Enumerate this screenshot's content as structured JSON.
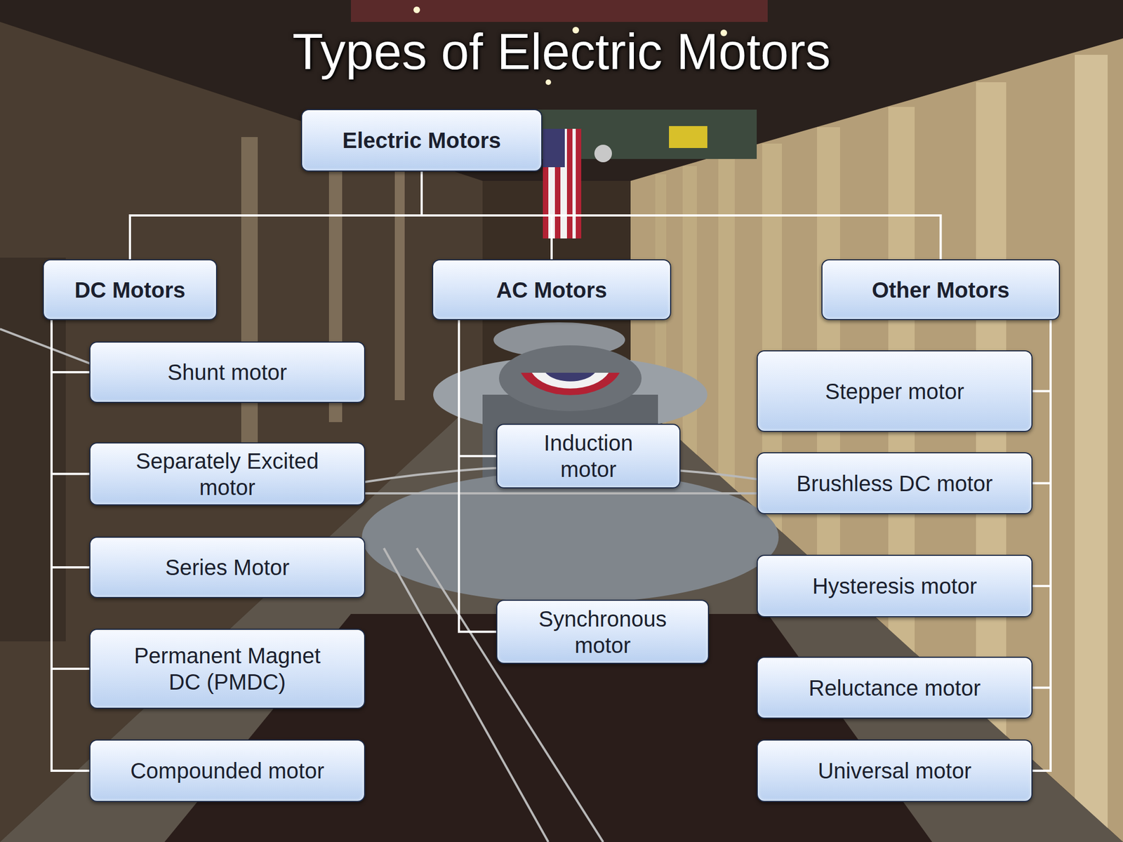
{
  "diagram": {
    "title": "Types of Electric Motors",
    "nodes": [
      {
        "text": [
          "Electric Motors"
        ]
      },
      {
        "text": [
          "DC Motors"
        ]
      },
      {
        "text": [
          "AC Motors"
        ]
      },
      {
        "text": [
          "Other Motors"
        ]
      },
      {
        "text": [
          "Shunt motor"
        ]
      },
      {
        "text": [
          "Separately Excited motor"
        ]
      },
      {
        "text": [
          "Series Motor"
        ]
      },
      {
        "text": [
          "Permanent Magnet DC (PMDC)"
        ]
      },
      {
        "text": [
          "Compounded motor"
        ]
      },
      {
        "text": [
          "Induction motor"
        ]
      },
      {
        "text": [
          "Synchronous motor"
        ]
      },
      {
        "text": [
          "Stepper motor"
        ]
      },
      {
        "text": [
          "Brushless DC motor"
        ]
      },
      {
        "text": [
          "Hysteresis motor"
        ]
      },
      {
        "text": [
          "Reluctance motor"
        ]
      },
      {
        "text": [
          "Universal motor"
        ]
      }
    ],
    "edges": [
      {
        "from": 0,
        "to": 1,
        "arrow": "none"
      },
      {
        "from": 0,
        "to": 2,
        "arrow": "none"
      },
      {
        "from": 0,
        "to": 3,
        "arrow": "none"
      },
      {
        "from": 1,
        "to": 4,
        "arrow": "none"
      },
      {
        "from": 1,
        "to": 5,
        "arrow": "none"
      },
      {
        "from": 1,
        "to": 6,
        "arrow": "none"
      },
      {
        "from": 1,
        "to": 7,
        "arrow": "none"
      },
      {
        "from": 1,
        "to": 8,
        "arrow": "none"
      },
      {
        "from": 2,
        "to": 9,
        "arrow": "none"
      },
      {
        "from": 2,
        "to": 10,
        "arrow": "none"
      },
      {
        "from": 3,
        "to": 11,
        "arrow": "none"
      },
      {
        "from": 3,
        "to": 12,
        "arrow": "none"
      },
      {
        "from": 3,
        "to": 13,
        "arrow": "none"
      },
      {
        "from": 3,
        "to": 14,
        "arrow": "none"
      },
      {
        "from": 3,
        "to": 15,
        "arrow": "none"
      }
    ]
  }
}
